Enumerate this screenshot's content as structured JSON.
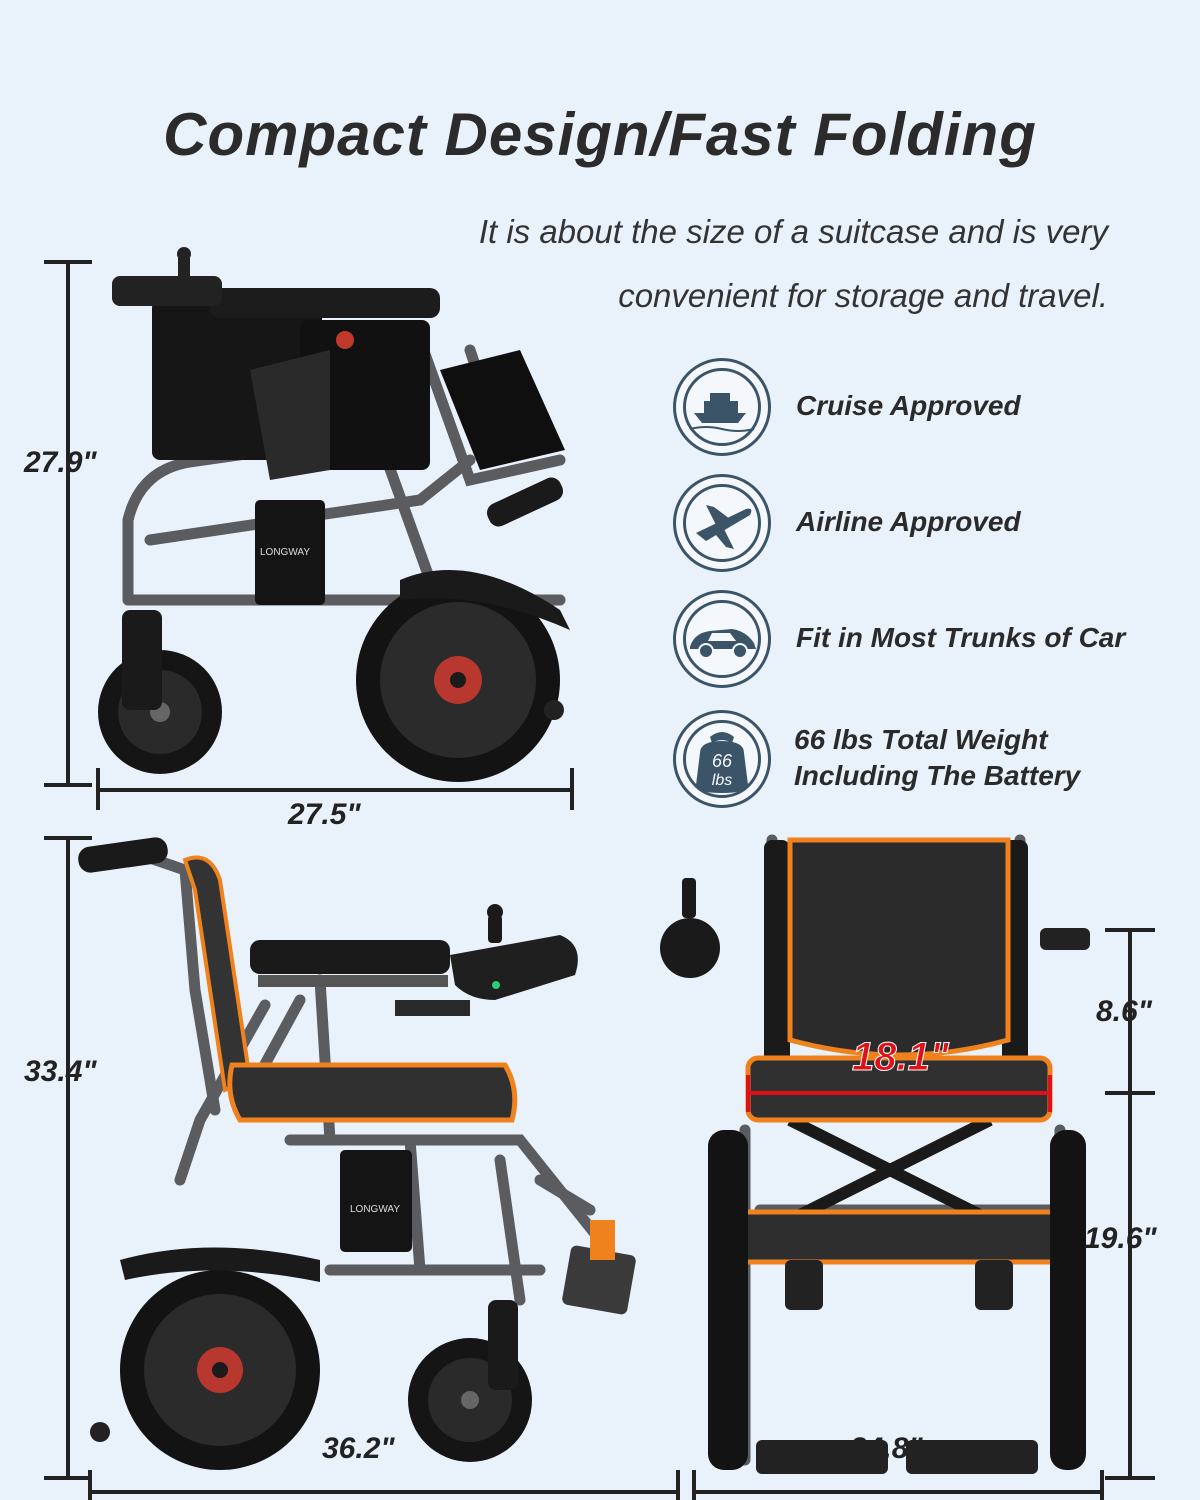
{
  "header": {
    "title": "Compact Design/Fast Folding",
    "subtitle_line1": "It is about the size of a suitcase and is very",
    "subtitle_line2": "convenient for storage and travel."
  },
  "features": [
    {
      "icon": "cruise-ship-icon",
      "label": "Cruise Approved"
    },
    {
      "icon": "airplane-icon",
      "label": "Airline Approved"
    },
    {
      "icon": "car-icon",
      "label": "Fit in Most Trunks of Car"
    },
    {
      "icon": "weight-icon",
      "label_line1": "66 lbs Total Weight",
      "label_line2": "Including The Battery",
      "icon_text_1": "66",
      "icon_text_2": "lbs"
    }
  ],
  "dimensions": {
    "folded_height": "27.9\"",
    "folded_length": "27.5\"",
    "unfolded_height": "33.4\"",
    "unfolded_length": "36.2\"",
    "armrest_height": "8.6\"",
    "seat_height": "19.6\"",
    "seat_width": "18.1\"",
    "overall_width": "24.8\""
  },
  "brand": "LONGWAY",
  "colors": {
    "background": "#e9f2fb",
    "frame": "#55575a",
    "seat": "#1b1b1b",
    "trim": "#f0821e",
    "hub": "#b8372f",
    "seat_width_highlight": "#e0101a"
  }
}
